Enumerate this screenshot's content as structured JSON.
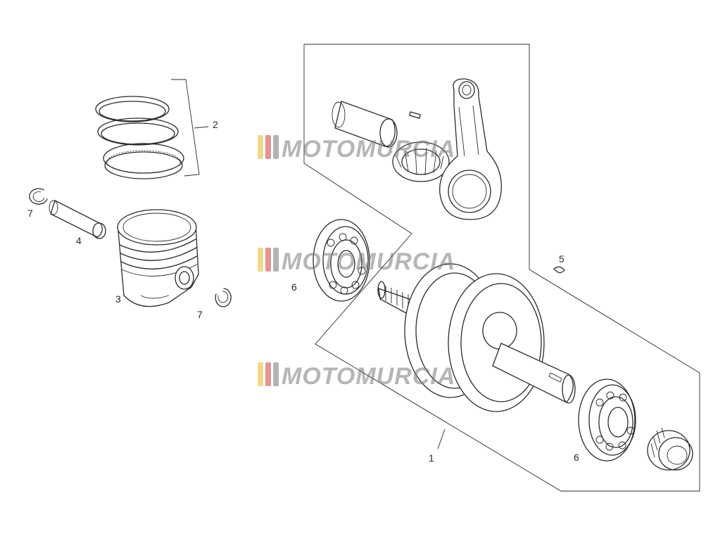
{
  "watermark": {
    "text": "MOTOMURCIA",
    "stripe_colors": [
      "#e8cf62",
      "#e06d6d",
      "#9a9a9a"
    ],
    "text_color": "#7c7c7c"
  },
  "callouts": {
    "crankshaft_assembly": "1",
    "piston_ring_set": "2",
    "piston": "3",
    "piston_pin": "4",
    "key": "5",
    "bearing_left": "6",
    "bearing_right": "6",
    "circlip_left": "7",
    "circlip_right": "7"
  },
  "colors": {
    "line": "#2a2a2a",
    "background": "#ffffff"
  }
}
